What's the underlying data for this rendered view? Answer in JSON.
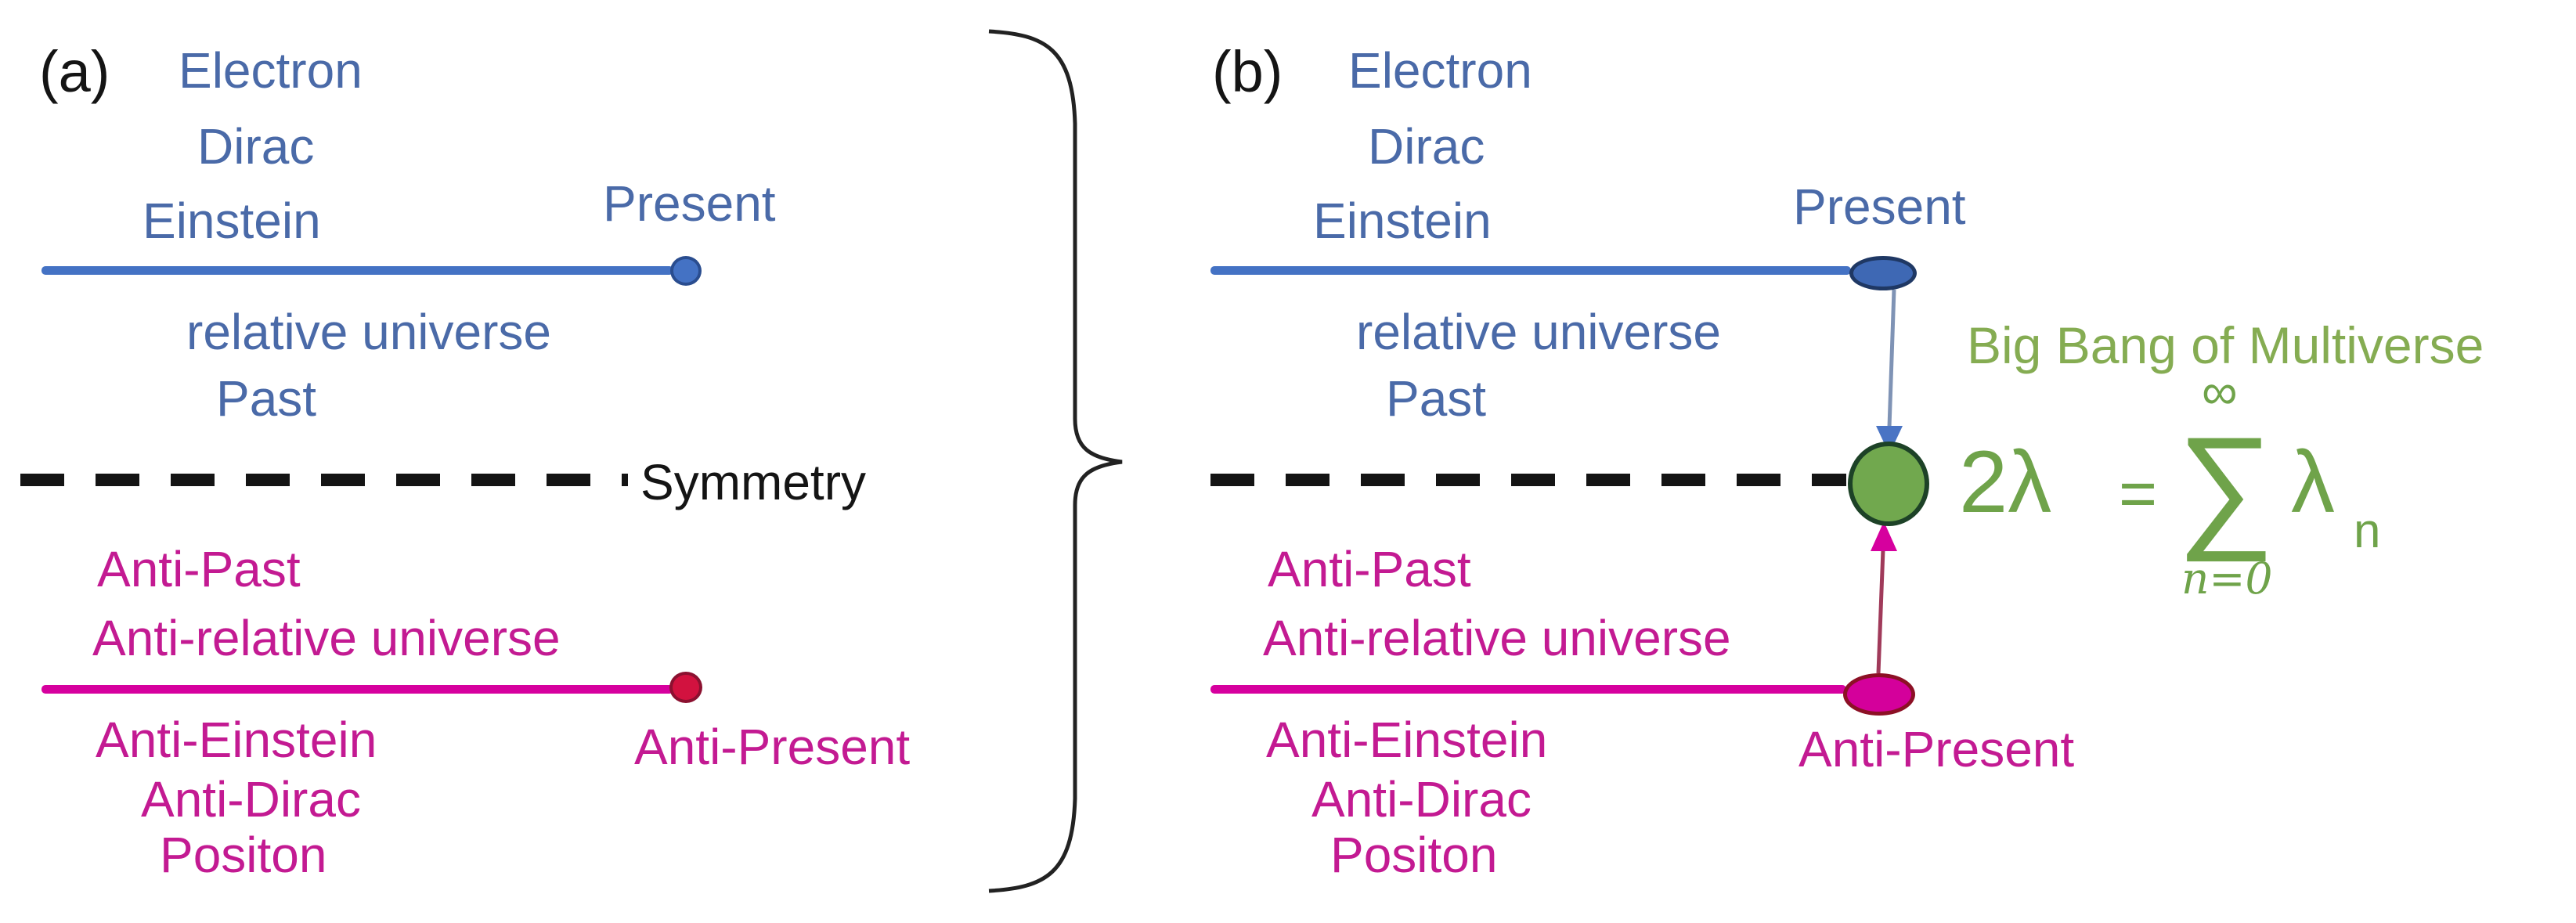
{
  "figure": {
    "colors": {
      "blue_line": "#4472c4",
      "blue_text": "#4a6aa8",
      "blue_ellipse_fill": "#3e68b4",
      "magenta_line": "#d6009e",
      "magenta_text": "#c31a92",
      "crimson_dot": "#d2123f",
      "red_ellipse_fill": "#d4009b",
      "green_ellipse_fill": "#71a84e",
      "green_text": "#85ac52",
      "green_formula": "#6fa34a",
      "black": "#141414"
    },
    "panel_a": {
      "label": "(a)",
      "electron": "Electron",
      "dirac": "Dirac",
      "einstein": "Einstein",
      "present": "Present",
      "relative_universe": "relative universe",
      "past": "Past",
      "symmetry": "Symmetry",
      "anti_past": "Anti-Past",
      "anti_relative_universe": "Anti-relative universe",
      "anti_einstein": "Anti-Einstein",
      "anti_dirac": "Anti-Dirac",
      "positon": "Positon",
      "anti_present": "Anti-Present"
    },
    "panel_b": {
      "label": "(b)",
      "electron": "Electron",
      "dirac": "Dirac",
      "einstein": "Einstein",
      "present": "Present",
      "relative_universe": "relative universe",
      "past": "Past",
      "anti_past": "Anti-Past",
      "anti_relative_universe": "Anti-relative universe",
      "anti_einstein": "Anti-Einstein",
      "anti_dirac": "Anti-Dirac",
      "positon": "Positon",
      "anti_present": "Anti-Present",
      "big_bang": "Big Bang of Multiverse",
      "formula": {
        "lhs": "2λ",
        "equals": "=",
        "sum": "∑",
        "upper_limit": "∞",
        "lower_limit": "n=0",
        "lambda": "λ",
        "subscript": "n"
      }
    }
  }
}
